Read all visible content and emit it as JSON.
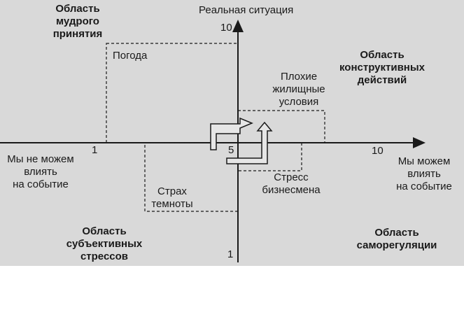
{
  "diagram": {
    "y_axis_label": "Реальная ситуация",
    "quadrants": {
      "top_left": "Область\nмудрого\nпринятия",
      "top_right": "Область\nконструктивных\nдействий",
      "bottom_left": "Область\nсубъективных\nстрессов",
      "bottom_right": "Область\nсаморегуляции"
    },
    "axis_ends": {
      "left": "Мы не можем\nвлиять\nна событие",
      "right": "Мы можем\nвлиять\nна событие"
    },
    "ticks": {
      "y_top": "10",
      "y_bottom": "1",
      "x_left": "1",
      "x_right": "10",
      "center": "5"
    },
    "examples": {
      "weather": "Погода",
      "housing": "Плохие\nжилищные\nусловия",
      "fear": "Страх\nтемноты",
      "stress": "Стресс\nбизнесмена"
    },
    "colors": {
      "background": "#d9d9d9",
      "ink": "#1a1a1a",
      "page": "#ffffff"
    }
  }
}
